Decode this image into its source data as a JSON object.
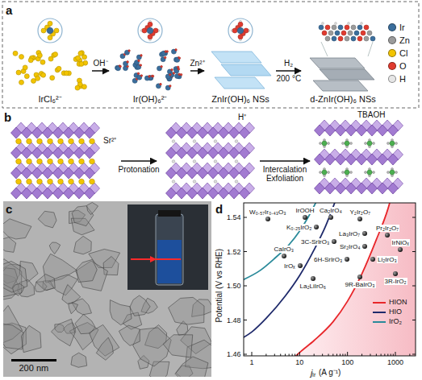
{
  "diagram": {
    "nodes": [
      {
        "text": [
          "IrCl₆²⁻"
        ]
      },
      {
        "text": [
          "Ir(OH)₆²⁻"
        ]
      },
      {
        "text": [
          "ZnIr(OH)₆ NSs"
        ]
      },
      {
        "text": [
          "d-ZnIr(OH)₆ NSs"
        ]
      }
    ],
    "edges": [
      {
        "from": 0,
        "to": 1,
        "arrow": "to",
        "label": "OH⁻"
      },
      {
        "from": 1,
        "to": 2,
        "arrow": "to",
        "label": "Zn²⁺"
      },
      {
        "from": 2,
        "to": 3,
        "arrow": "to",
        "label": "H₂"
      }
    ],
    "labels": [
      "a",
      "200 °C",
      "b",
      "Sr²⁺",
      "H⁺",
      "Protonation",
      "Intercalation Exfoliation",
      "TBAOH",
      "c",
      "200 nm",
      "d",
      "Potential (V vs RHE)",
      "j",
      "Ir",
      "(A g⁻¹)",
      "1.46",
      "1.48",
      "1.50",
      "1.52",
      "1.54",
      "1",
      "10",
      "100",
      "1000",
      "W₀.₅₇Ir₀.₄₃O₃",
      "IrOOH",
      "Ca₂IrO₄",
      "K₀.₂₅IrO₂",
      "Y₂Ir₂O₇",
      "CaIrO₃",
      "3C-SrIrO₃",
      "La₃IrO₇",
      "Sr₂IrO₄",
      "Pr₂Ir₂O₇",
      "IrNiOₓ",
      "IrOₓ",
      "6H-SrIrO₃",
      "Li₂IrO₃",
      "La₂LiIrO₆",
      "9R-BaIrO₃",
      "3R-IrO₂"
    ],
    "legend": [
      {
        "text": "Ir",
        "color": "#3b6e9c"
      },
      {
        "text": "Zn",
        "color": "#9b9b9b"
      },
      {
        "text": "Cl",
        "color": "#f2c400"
      },
      {
        "text": "O",
        "color": "#e03b2f"
      },
      {
        "text": "H",
        "color": "#e6e6e6"
      },
      {
        "text": "HION"
      },
      {
        "text": "HIO"
      },
      {
        "text": "IrO₂"
      }
    ]
  }
}
